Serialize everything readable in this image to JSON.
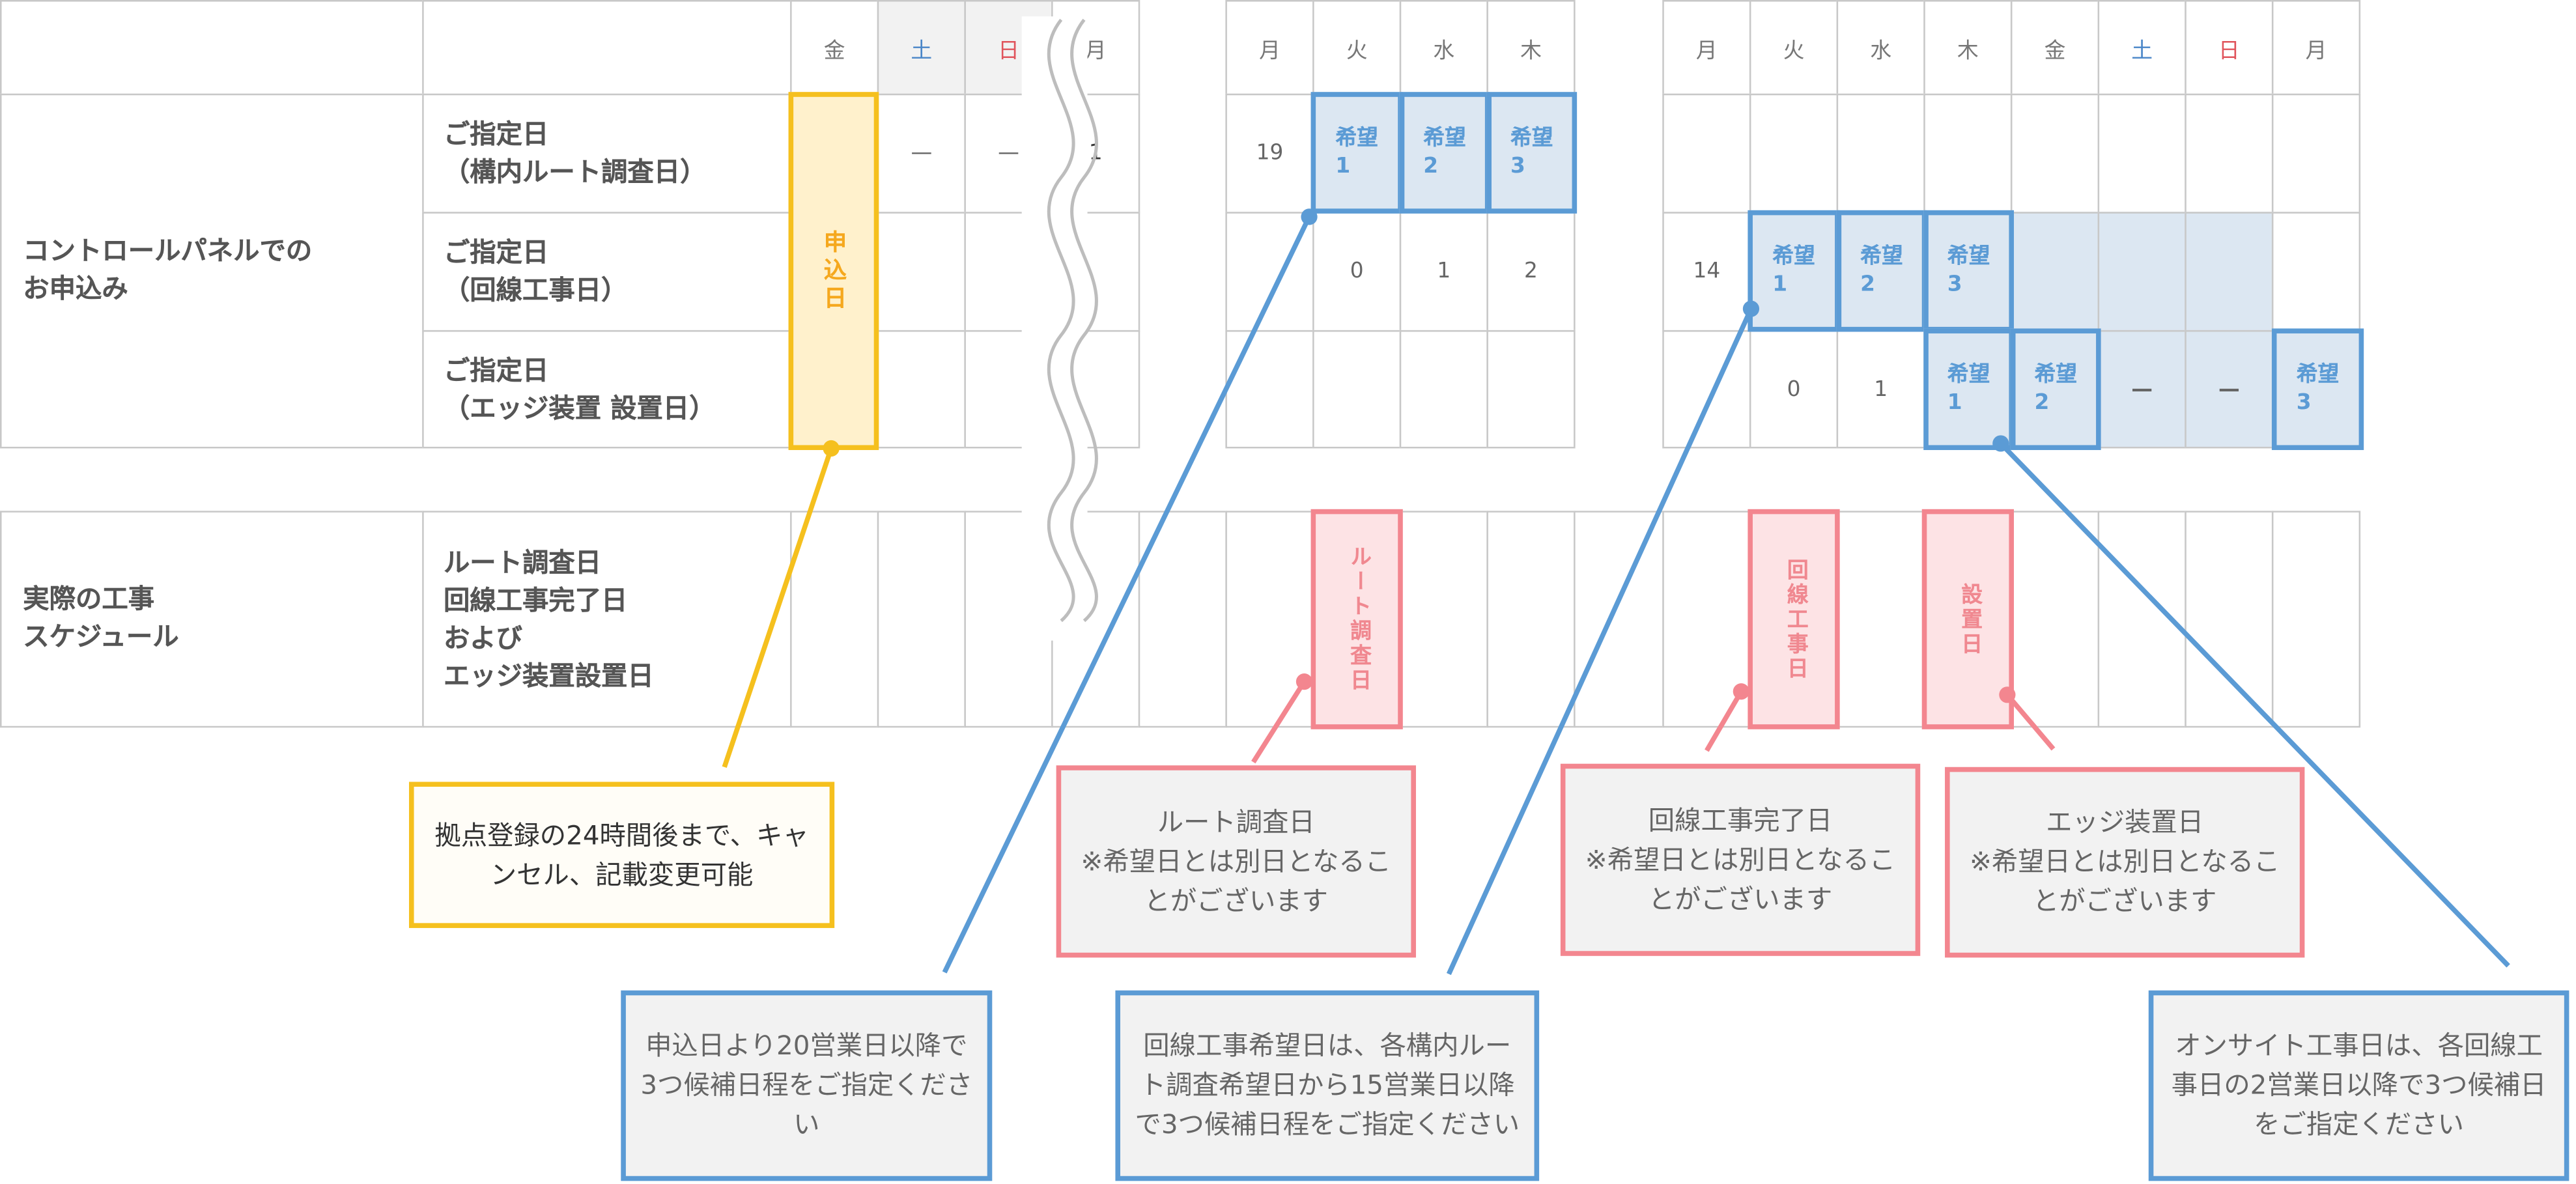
{
  "days": {
    "part1": [
      "金",
      "土",
      "日",
      "月"
    ],
    "part2": [
      "月",
      "火",
      "水",
      "木"
    ],
    "part3": [
      "月",
      "火",
      "水",
      "木",
      "金",
      "土",
      "日",
      "月"
    ]
  },
  "row_labels": {
    "group1": "コントロールパネルでの\nお申込み",
    "group2": "実際の工事\nスケジュール",
    "route_survey": "ご指定日\n（構内ルート調査日）",
    "line_work": "ご指定日\n（回線工事日）",
    "edge_install": "ご指定日\n（エッジ装置 設置日）",
    "actual": "ルート調査日\n回線工事完了日\nおよび\nエッジ装置設置日"
  },
  "application_day": "申込日",
  "dash": "—",
  "route_values": [
    "1",
    "19"
  ],
  "line_values": [
    "0",
    "1",
    "2",
    "14"
  ],
  "edge_values": [
    "0",
    "1"
  ],
  "hope": {
    "h1": "希望\n1",
    "h2": "希望\n2",
    "h3": "希望\n3"
  },
  "actual_days": {
    "route": "ルート調査日",
    "line": "回線工事日",
    "install": "設置日"
  },
  "notes": {
    "cancel": "拠点登録の24時間後まで、キャンセル、記載変更可能",
    "route": "ルート調査日\n※希望日とは別日となることがございます",
    "line": "回線工事完了日\n※希望日とは別日となることがございます",
    "edge": "エッジ装置日\n※希望日とは別日となることがございます",
    "n20": "申込日より20営業日以降で3つ候補日程をご指定ください",
    "n15": "回線工事希望日は、各構内ルート調査希望日から15営業日以降で3つ候補日程をご指定ください",
    "n2": "オンサイト工事日は、各回線工事日の2営業日以降で3つ候補日をご指定ください"
  },
  "colors": {
    "blue": "#5b9bd5",
    "pink": "#f3868f",
    "yellow": "#f5c01e",
    "saturday": "#4a86c8",
    "sunday": "#e0545c"
  }
}
